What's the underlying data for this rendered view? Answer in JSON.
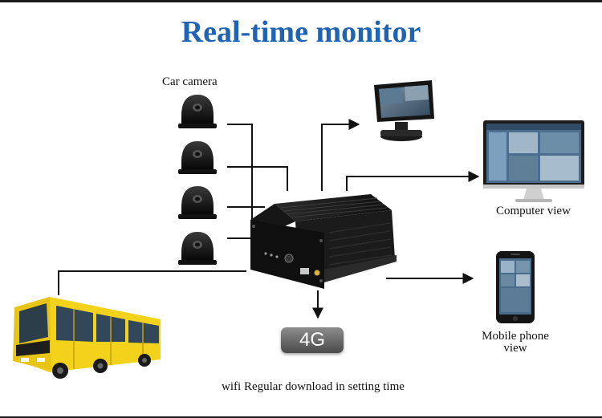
{
  "header": {
    "title": "Real-time monitor"
  },
  "labels": {
    "car_camera": "Car camera",
    "computer_view": "Computer view",
    "mobile_line1": "Mobile phone",
    "mobile_line2": "view",
    "network_badge": "4G",
    "wifi_note": "wifi Regular download in setting time"
  },
  "colors": {
    "title": "#1f64b4",
    "connector": "#111111",
    "bus_body": "#f2d21a"
  },
  "icons": [
    "car-camera-icon",
    "monitor-icon",
    "computer-icon",
    "smartphone-icon",
    "dvr-icon",
    "bus-icon"
  ]
}
